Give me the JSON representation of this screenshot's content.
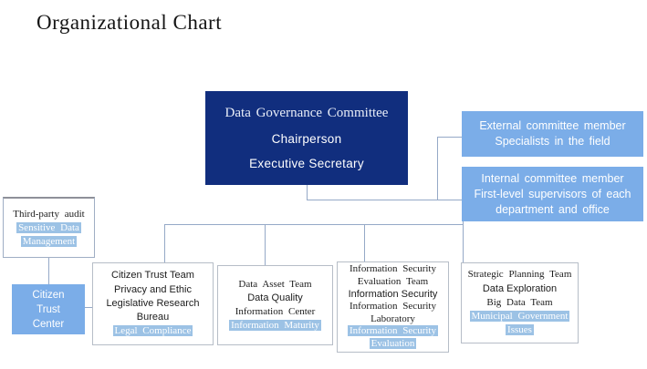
{
  "page": {
    "title": "Organizational Chart"
  },
  "colors": {
    "committee_bg": "#112E7E",
    "member_box_bg": "#7BADE8",
    "highlight_bg": "#9CC2E5",
    "connector": "#95A9C7"
  },
  "committee": {
    "title": "Data Governance Committee",
    "chairperson": "Chairperson",
    "secretary": "Executive Secretary"
  },
  "external_member": {
    "lines": [
      "External committee member",
      "Specialists in the field"
    ]
  },
  "internal_member": {
    "lines": [
      "Internal committee member",
      "First-level supervisors of each",
      "department and office"
    ]
  },
  "third_party": {
    "title": "Third-party audit",
    "highlight_lines": [
      "Sensitive Data",
      "Management"
    ]
  },
  "citizen_center": {
    "lines": [
      "Citizen",
      "Trust",
      "Center"
    ]
  },
  "teams": [
    {
      "name": "citizen-trust-team",
      "lines": [
        "Citizen Trust Team",
        "Privacy and Ethic",
        "Legislative Research",
        "Bureau"
      ],
      "highlight_lines": [
        "Legal Compliance"
      ]
    },
    {
      "name": "data-asset-team",
      "lines": [
        "Data Asset Team",
        "Data Quality",
        "Information Center"
      ],
      "highlight_lines": [
        "Information Maturity"
      ]
    },
    {
      "name": "information-security-evaluation-team",
      "lines": [
        "Information Security",
        "Evaluation Team",
        "Information Security",
        "Information Security",
        "Laboratory"
      ],
      "highlight_lines": [
        "Information Security",
        "Evaluation"
      ]
    },
    {
      "name": "strategic-planning-team",
      "lines": [
        "Strategic Planning Team",
        "Data Exploration",
        "Big Data Team"
      ],
      "highlight_lines": [
        "Municipal Government",
        "Issues"
      ]
    }
  ]
}
